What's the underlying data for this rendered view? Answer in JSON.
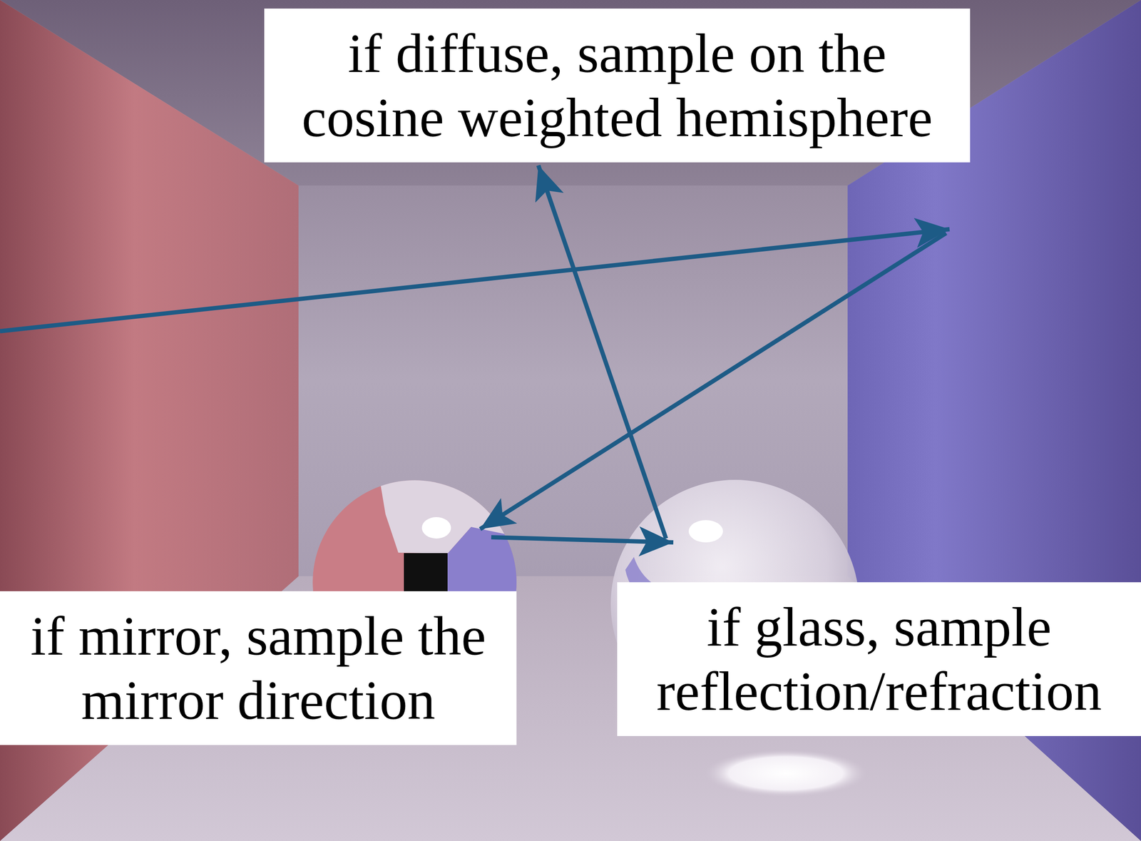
{
  "diagram": {
    "nodes": [
      {
        "text": [
          "if diffuse, sample on the cosine weighted hemisphere"
        ]
      },
      {
        "text": [
          "if mirror, sample the mirror direction"
        ]
      },
      {
        "text": [
          "if glass, sample reflection/refraction"
        ]
      }
    ]
  }
}
